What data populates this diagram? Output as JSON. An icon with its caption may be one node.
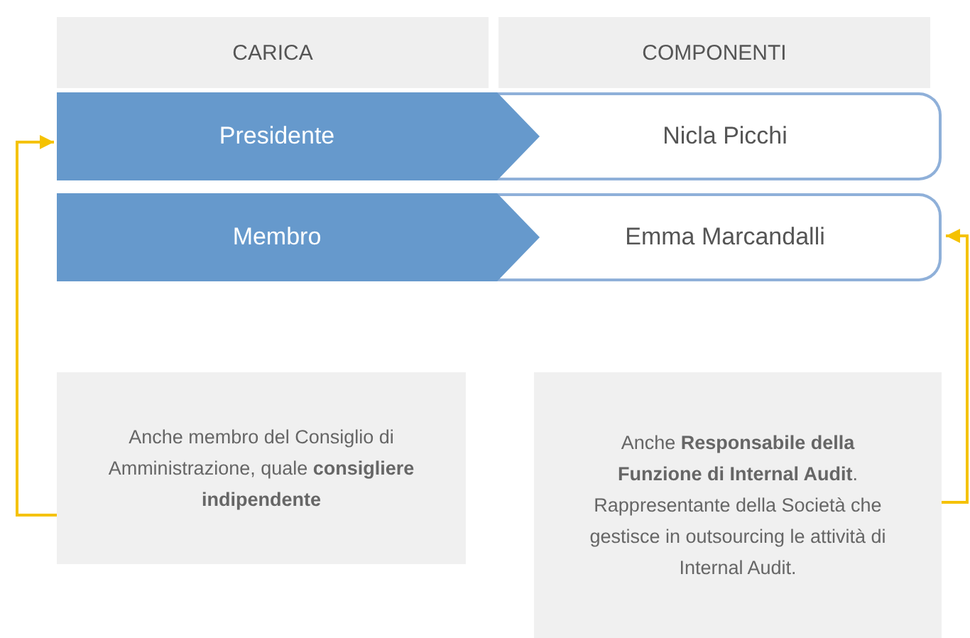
{
  "diagram": {
    "nodes": [
      {
        "text": [
          "CARICA"
        ]
      },
      {
        "text": [
          "COMPONENTI"
        ]
      },
      {
        "text": [
          "Presidente"
        ]
      },
      {
        "text": [
          "Nicla Picchi"
        ]
      },
      {
        "text": [
          "Membro"
        ]
      },
      {
        "text": [
          "Emma Marcandalli"
        ]
      },
      {
        "text": [
          "Anche membro del Consiglio di Amministrazione, quale **consigliere indipendente**"
        ]
      },
      {
        "text": [
          "Anche **Responsabile della Funzione di Internal Audit**.",
          "Rappresentante della Società che gestisce in outsourcing le attività di Internal Audit."
        ]
      }
    ],
    "edges": [
      {
        "from": 6,
        "to": 2,
        "arrow": "to"
      },
      {
        "from": 7,
        "to": 5,
        "arrow": "to"
      }
    ]
  }
}
